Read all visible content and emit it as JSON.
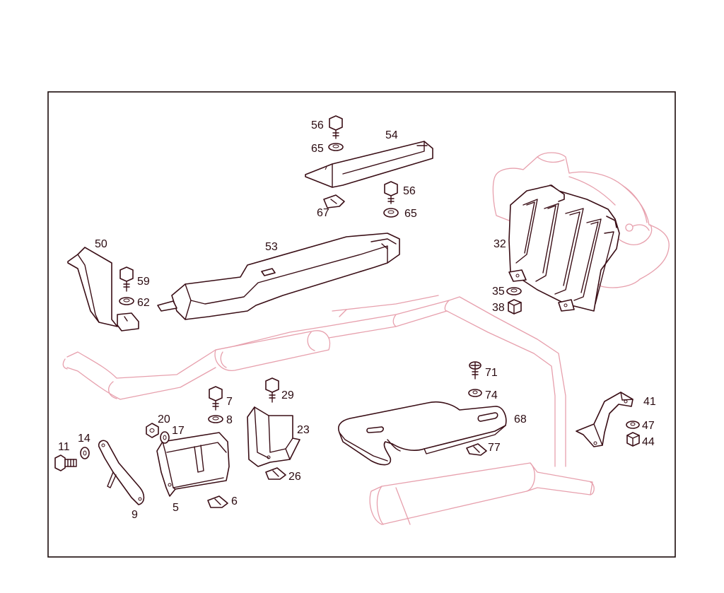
{
  "colors": {
    "frame": "#1a0a0a",
    "part_line": "#3a0e16",
    "ghost_line": "#e7a0ad",
    "background": "#ffffff"
  },
  "callouts": {
    "c56a": "56",
    "c65a": "65",
    "c54": "54",
    "c67": "67",
    "c56b": "56",
    "c65b": "65",
    "c50": "50",
    "c59": "59",
    "c62": "62",
    "c53": "53",
    "c32": "32",
    "c35": "35",
    "c38": "38",
    "c71": "71",
    "c74": "74",
    "c68": "68",
    "c77": "77",
    "c41": "41",
    "c47": "47",
    "c44": "44",
    "c7": "7",
    "c8": "8",
    "c29": "29",
    "c23": "23",
    "c26": "26",
    "c20": "20",
    "c17": "17",
    "c11": "11",
    "c14": "14",
    "c9": "9",
    "c5": "5",
    "c6": "6"
  }
}
